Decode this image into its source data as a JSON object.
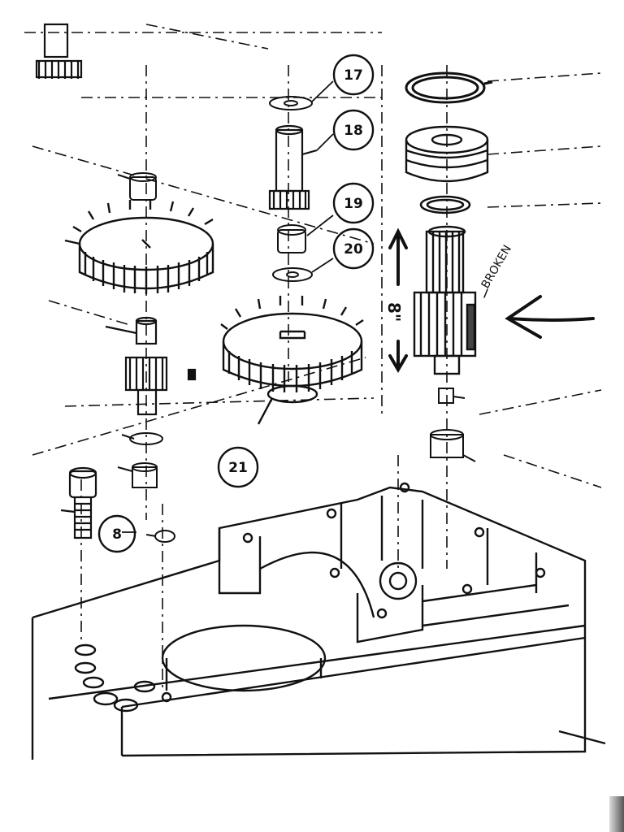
{
  "callouts": [
    {
      "id": "17",
      "label": "17"
    },
    {
      "id": "18",
      "label": "18"
    },
    {
      "id": "19",
      "label": "19"
    },
    {
      "id": "20",
      "label": "20"
    },
    {
      "id": "21",
      "label": "21"
    },
    {
      "id": "8",
      "label": "8"
    }
  ],
  "annotations": {
    "broken_label": "BROKEN",
    "measure_label": "8\""
  },
  "colors": {
    "ink": "#111111",
    "paper": "#ffffff"
  }
}
